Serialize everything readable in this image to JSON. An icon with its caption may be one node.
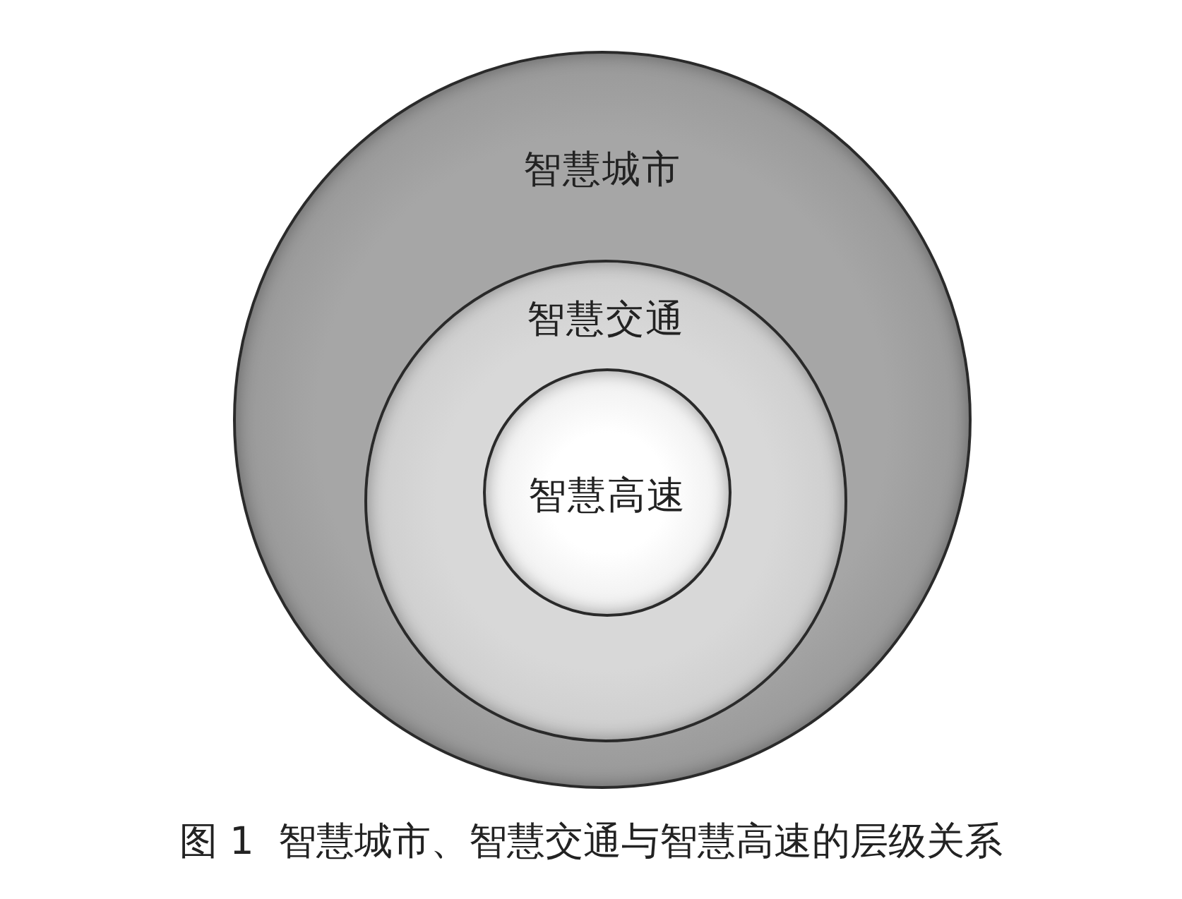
{
  "diagram": {
    "caption": "图 1  智慧城市、智慧交通与智慧高速的层级关系",
    "nodes": [
      {
        "text": [
          "智慧城市"
        ]
      },
      {
        "text": [
          "智慧交通"
        ],
        "in": 0
      },
      {
        "text": [
          "智慧高速"
        ],
        "in": 1
      }
    ]
  }
}
